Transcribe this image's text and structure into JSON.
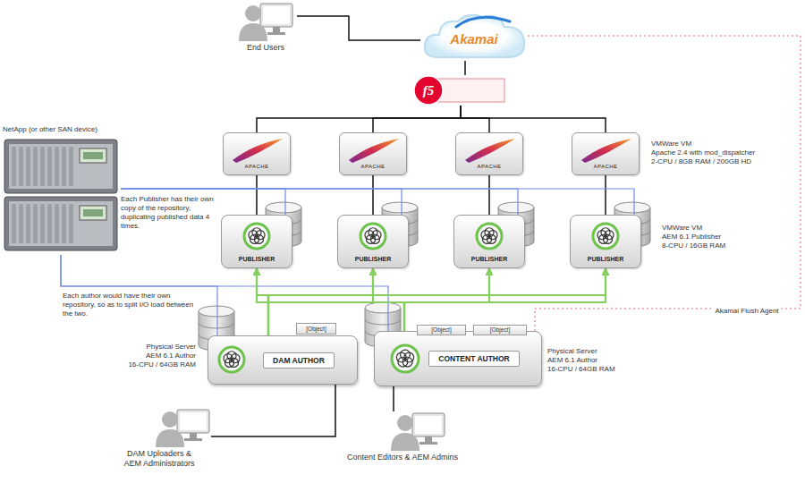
{
  "diagram": {
    "nodes": [
      {
        "text": [
          "End Users"
        ]
      },
      {
        "text": [
          "Akamai"
        ]
      },
      {
        "text": [
          "f5"
        ]
      },
      {
        "text": [
          "NetApp (or other SAN device)"
        ]
      },
      {
        "text": [
          "APACHE"
        ]
      },
      {
        "text": [
          "APACHE"
        ]
      },
      {
        "text": [
          "APACHE"
        ]
      },
      {
        "text": [
          "APACHE"
        ]
      },
      {
        "text": [
          "PUBLISHER"
        ]
      },
      {
        "text": [
          "PUBLISHER"
        ]
      },
      {
        "text": [
          "PUBLISHER"
        ]
      },
      {
        "text": [
          "PUBLISHER"
        ]
      },
      {
        "text": [
          "DAM AUTHOR"
        ]
      },
      {
        "text": [
          "[Object]"
        ],
        "in": 12
      },
      {
        "text": [
          "CONTENT AUTHOR"
        ]
      },
      {
        "text": [
          "[Object]"
        ],
        "in": 14
      },
      {
        "text": [
          "[Object]"
        ],
        "in": 14
      },
      {
        "text": [
          "DAM Uploaders & AEM Administrators"
        ]
      },
      {
        "text": [
          "Content Editors & AEM Admins"
        ]
      }
    ],
    "edges": [
      {
        "from": 0,
        "to": 1,
        "arrow": "none"
      },
      {
        "from": 1,
        "to": 2,
        "arrow": "none"
      },
      {
        "from": 2,
        "to": 4,
        "arrow": "none"
      },
      {
        "from": 2,
        "to": 5,
        "arrow": "none"
      },
      {
        "from": 2,
        "to": 6,
        "arrow": "none"
      },
      {
        "from": 2,
        "to": 7,
        "arrow": "none"
      },
      {
        "from": 4,
        "to": 8,
        "arrow": "none"
      },
      {
        "from": 5,
        "to": 9,
        "arrow": "none"
      },
      {
        "from": 6,
        "to": 10,
        "arrow": "none"
      },
      {
        "from": 7,
        "to": 11,
        "arrow": "none"
      },
      {
        "from": 3,
        "to": 8,
        "arrow": "none"
      },
      {
        "from": 3,
        "to": 9,
        "arrow": "none"
      },
      {
        "from": 3,
        "to": 10,
        "arrow": "none"
      },
      {
        "from": 3,
        "to": 11,
        "arrow": "none"
      },
      {
        "from": 3,
        "to": 12,
        "arrow": "none"
      },
      {
        "from": 3,
        "to": 14,
        "arrow": "none"
      },
      {
        "from": 12,
        "to": 8,
        "arrow": "to"
      },
      {
        "from": 12,
        "to": 9,
        "arrow": "to"
      },
      {
        "from": 12,
        "to": 10,
        "arrow": "to"
      },
      {
        "from": 12,
        "to": 11,
        "arrow": "to"
      },
      {
        "from": 14,
        "to": 8,
        "arrow": "to"
      },
      {
        "from": 14,
        "to": 9,
        "arrow": "to"
      },
      {
        "from": 14,
        "to": 10,
        "arrow": "to"
      },
      {
        "from": 14,
        "to": 11,
        "arrow": "to"
      },
      {
        "from": 17,
        "to": 12,
        "arrow": "none"
      },
      {
        "from": 18,
        "to": 14,
        "arrow": "none"
      },
      {
        "from": 14,
        "to": 1,
        "label": "Akamai Flush Agent",
        "arrow": "none"
      }
    ],
    "labels": [
      "VMWare VM",
      "Apache 2.4 with mod_dispatcher",
      "2-CPU / 8GB RAM / 200GB HD",
      "VMWare VM",
      "AEM 6.1 Publisher",
      "8-CPU / 16GB RAM",
      "Each Publisher has their own copy of the repository, duplicating published data 4 times.",
      "Each author would have their own repository, so as to split I/O load between the two.",
      "Physical Server",
      "AEM 6.1 Author",
      "16-CPU / 64GB RAM",
      "Physical Server",
      "AEM 6.1 Author",
      "16-CPU / 64GB RAM"
    ]
  }
}
